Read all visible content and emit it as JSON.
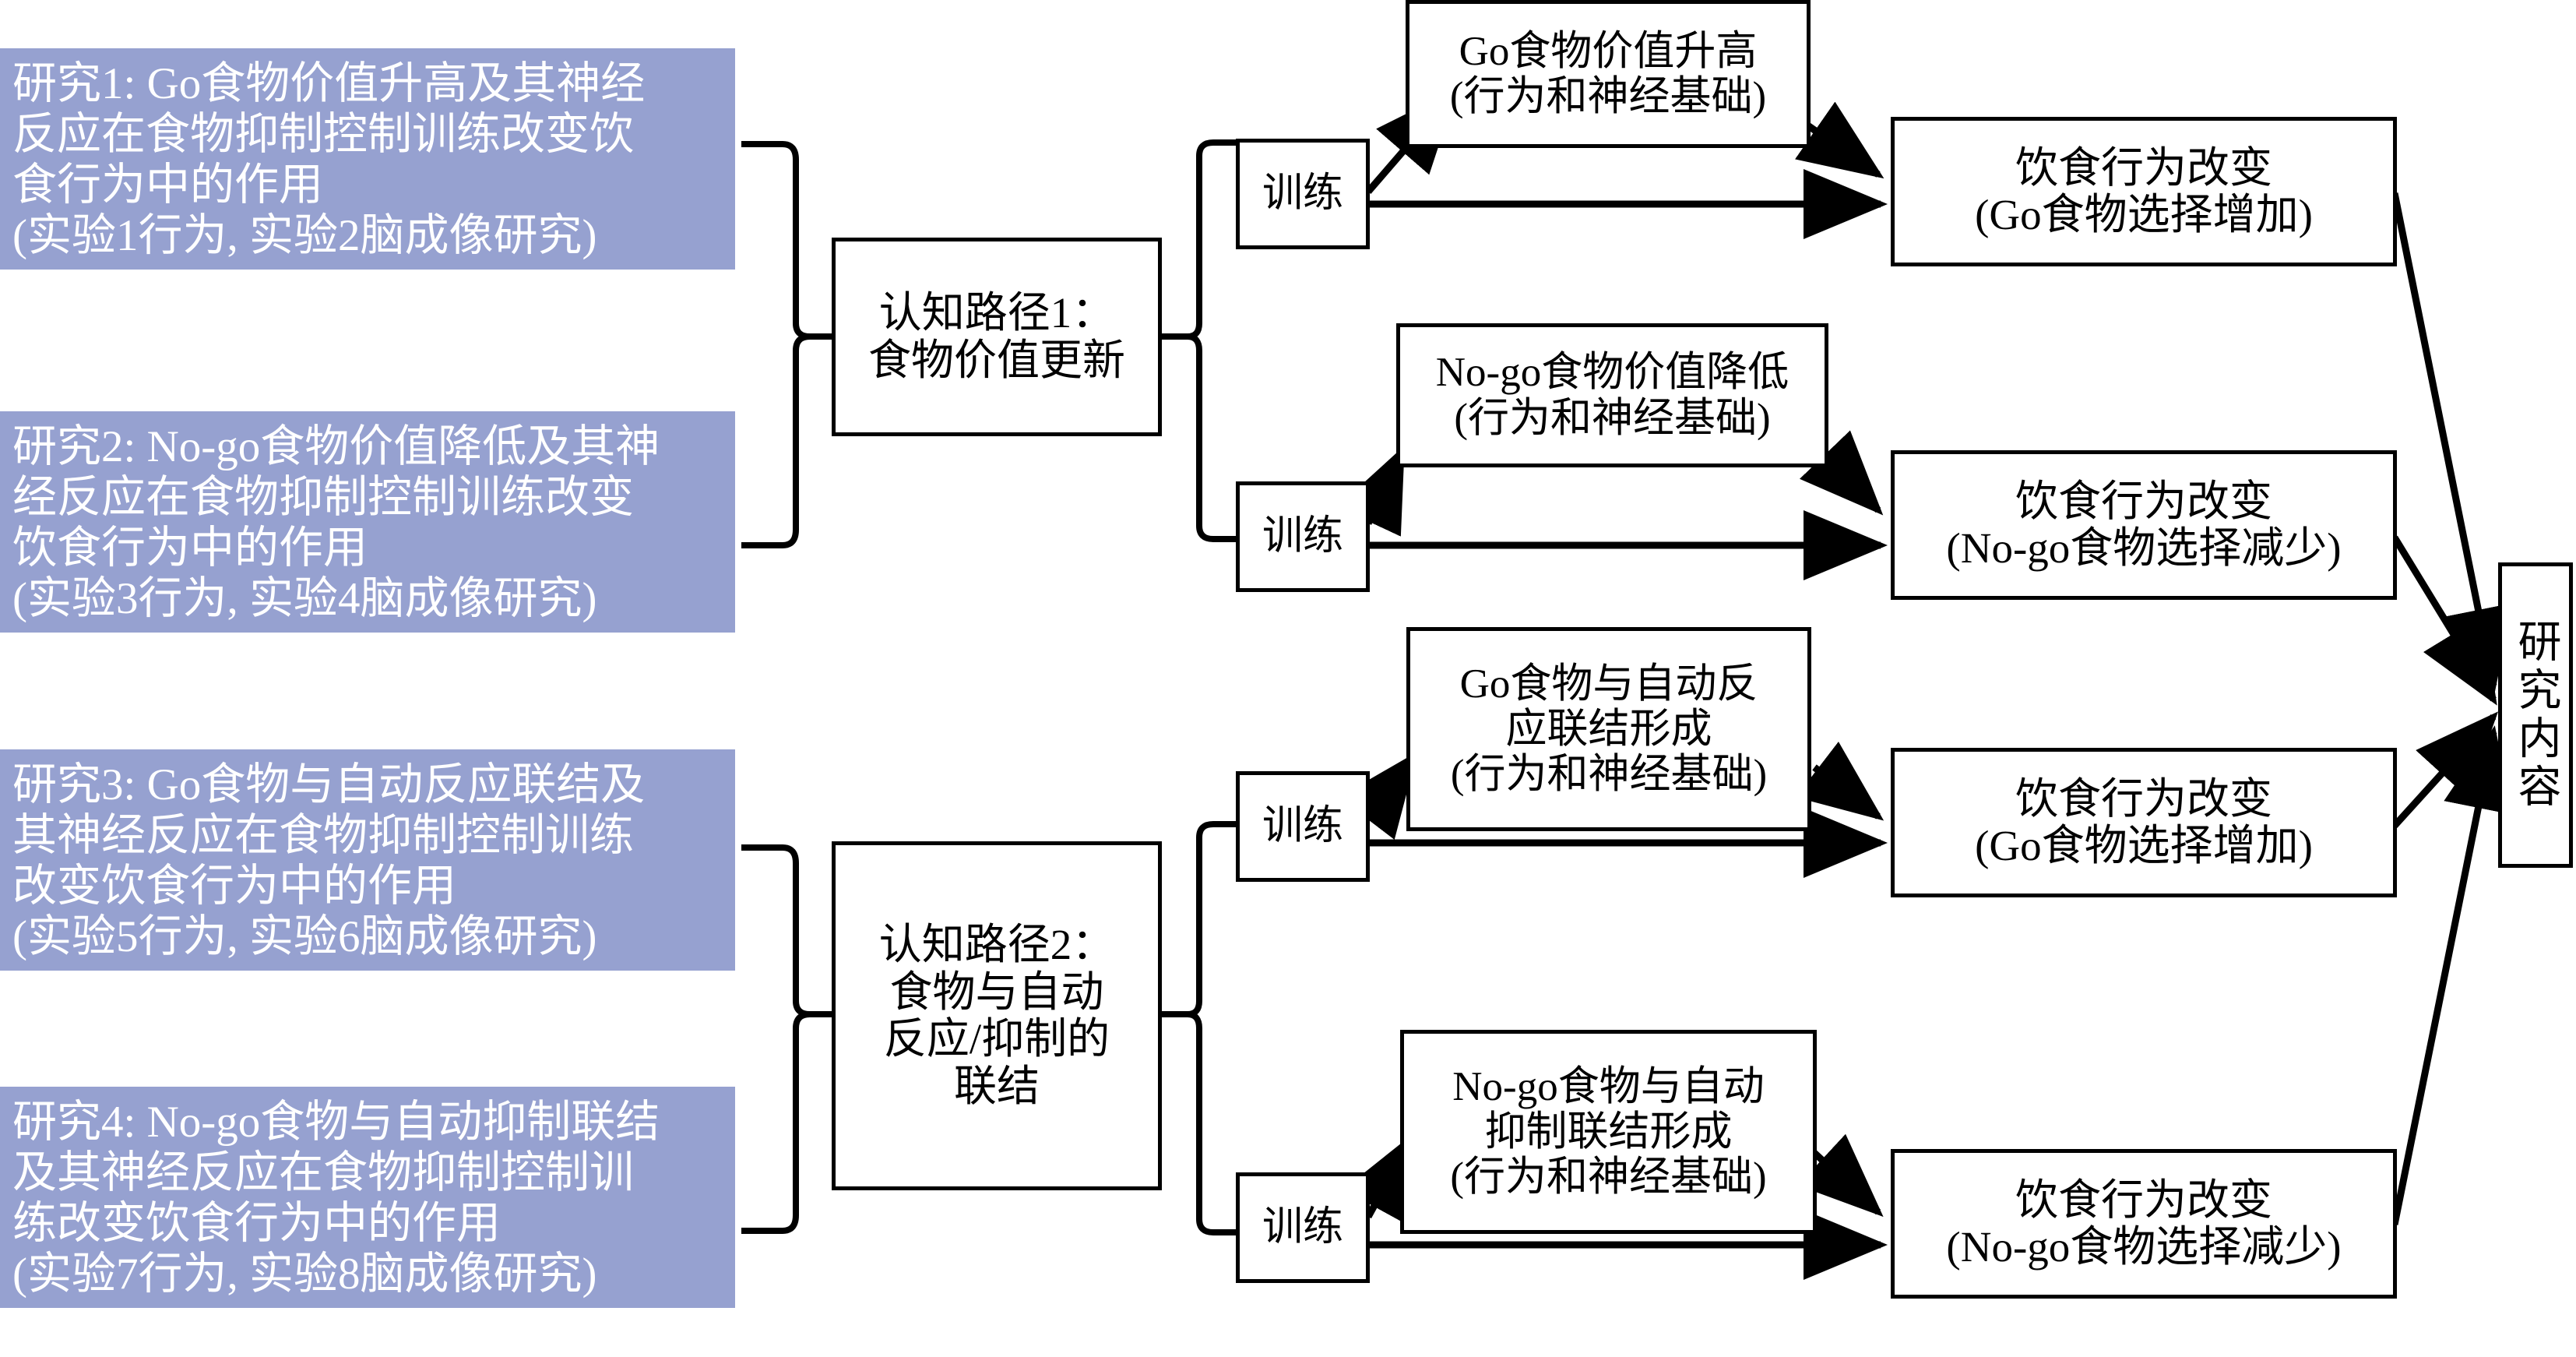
{
  "diagram": {
    "title": "食物抑制控制训练研究框架图",
    "accent_color": "#96a1d0",
    "line_color": "#000000",
    "studies": [
      {
        "id": "study1",
        "text": "研究1: Go食物价值升高及其神经\n反应在食物抑制控制训练改变饮\n食行为中的作用\n(实验1行为, 实验2脑成像研究)"
      },
      {
        "id": "study2",
        "text": "研究2: No-go食物价值降低及其神\n经反应在食物抑制控制训练改变\n饮食行为中的作用\n(实验3行为, 实验4脑成像研究)"
      },
      {
        "id": "study3",
        "text": "研究3: Go食物与自动反应联结及\n其神经反应在食物抑制控制训练\n改变饮食行为中的作用\n(实验5行为, 实验6脑成像研究)"
      },
      {
        "id": "study4",
        "text": "研究4: No-go食物与自动抑制联结\n及其神经反应在食物抑制控制训\n练改变饮食行为中的作用\n(实验7行为, 实验8脑成像研究)"
      }
    ],
    "pathways": [
      {
        "id": "pathway1",
        "text": "认知路径1：\n食物价值更新"
      },
      {
        "id": "pathway2",
        "text": "认知路径2：\n食物与自动\n反应/抑制的\n联结"
      }
    ],
    "training": [
      {
        "id": "training1",
        "text": "训练"
      },
      {
        "id": "training2",
        "text": "训练"
      },
      {
        "id": "training3",
        "text": "训练"
      },
      {
        "id": "training4",
        "text": "训练"
      }
    ],
    "mechanisms": [
      {
        "id": "mech1",
        "text": "Go食物价值升高\n(行为和神经基础)"
      },
      {
        "id": "mech2",
        "text": "No-go食物价值降低\n(行为和神经基础)"
      },
      {
        "id": "mech3",
        "text": "Go食物与自动反\n应联结形成\n(行为和神经基础)"
      },
      {
        "id": "mech4",
        "text": "No-go食物与自动\n抑制联结形成\n(行为和神经基础)"
      }
    ],
    "outcomes": [
      {
        "id": "outcome1",
        "text": "饮食行为改变\n(Go食物选择增加)"
      },
      {
        "id": "outcome2",
        "text": "饮食行为改变\n(No-go食物选择减少)"
      },
      {
        "id": "outcome3",
        "text": "饮食行为改变\n(Go食物选择增加)"
      },
      {
        "id": "outcome4",
        "text": "饮食行为改变\n(No-go食物选择减少)"
      }
    ],
    "summary": {
      "id": "summary",
      "text": "研究内容"
    }
  }
}
